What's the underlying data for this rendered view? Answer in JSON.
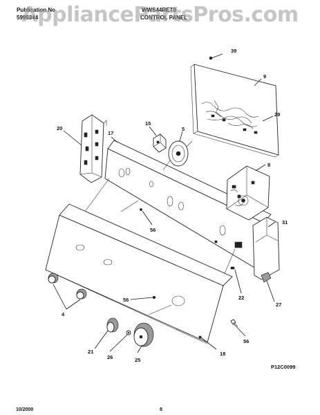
{
  "header": {
    "pub_label": "Publication No",
    "pub_number": "5995344",
    "model": "WWS44",
    "model_suffix": "RET0",
    "section": "CONTROL PANEL"
  },
  "watermark": "AppliancePartsPros.com",
  "callouts": {
    "c39": "39",
    "c9": "9",
    "c29": "29",
    "c20": "20",
    "c17": "17",
    "c15": "15",
    "c5": "5",
    "c8": "8",
    "c56a": "56",
    "c31": "31",
    "c22": "22",
    "c27": "27",
    "c4": "4",
    "c56b": "56",
    "c56c": "56",
    "c21": "21",
    "c26": "26",
    "c25": "25",
    "c18": "18"
  },
  "diagram_code": "P12C0099",
  "footer": {
    "date": "10/2000",
    "page": "8"
  }
}
